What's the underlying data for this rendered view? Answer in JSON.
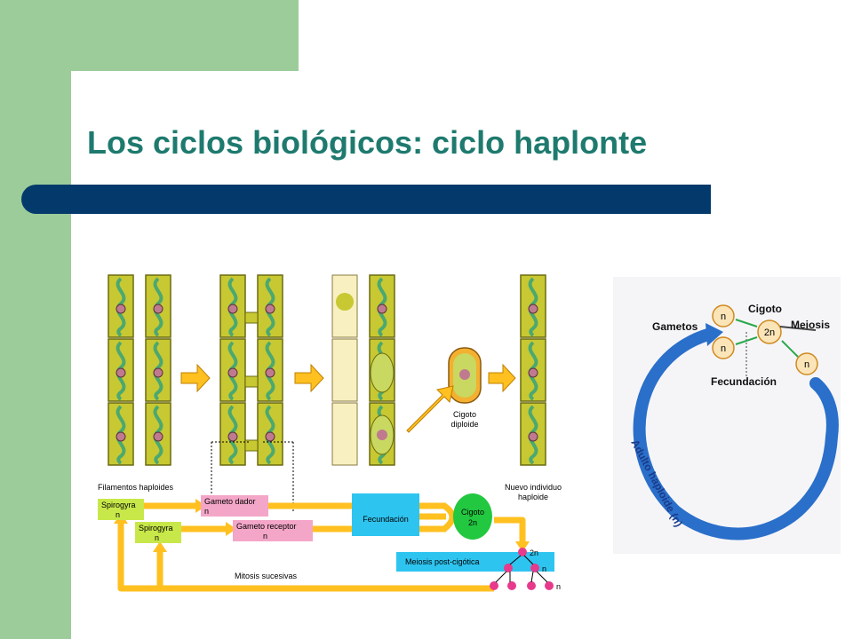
{
  "slide": {
    "title": "Los ciclos biológicos: ciclo haplonte"
  },
  "left_figure": {
    "labels": {
      "filamentos": "Filamentos haploides",
      "cigoto_diploide_1": "Cigoto",
      "cigoto_diploide_2": "diploide",
      "nuevo_1": "Nuevo individuo",
      "nuevo_2": "haploide",
      "spirogyra1_a": "Spirogyra",
      "spirogyra1_b": "n",
      "spirogyra2_a": "Spirogyra",
      "spirogyra2_b": "n",
      "gameto_dador_a": "Gameto dador",
      "gameto_dador_b": "n",
      "gameto_receptor_a": "Gameto receptor",
      "gameto_receptor_b": "n",
      "fecundacion": "Fecundación",
      "cigoto_a": "Cigoto",
      "cigoto_b": "2n",
      "meiosis": "Meiosis post-cigótica",
      "two_n": "2n",
      "n1": "n",
      "n2": "n",
      "mitosis": "Mitosis sucesivas"
    }
  },
  "right_figure": {
    "labels": {
      "gametos": "Gametos",
      "cigoto": "Cigoto",
      "meiosis": "Meiosis",
      "fecundacion": "Fecundación",
      "adulto": "Adulto haploide (n)",
      "n_a": "n",
      "n_b": "n",
      "two_n": "2n",
      "n_c": "n"
    }
  },
  "colors": {
    "green_band": "#9ccc9a",
    "title": "#1e7a6e",
    "bar": "#043a6b",
    "filament": "#c8c832",
    "box_green": "#c8e84a",
    "box_pink": "#f4a6c8",
    "box_blue": "#2ec4f0",
    "arrow": "#ffc020",
    "cycle_blue": "#2a6fc9"
  }
}
